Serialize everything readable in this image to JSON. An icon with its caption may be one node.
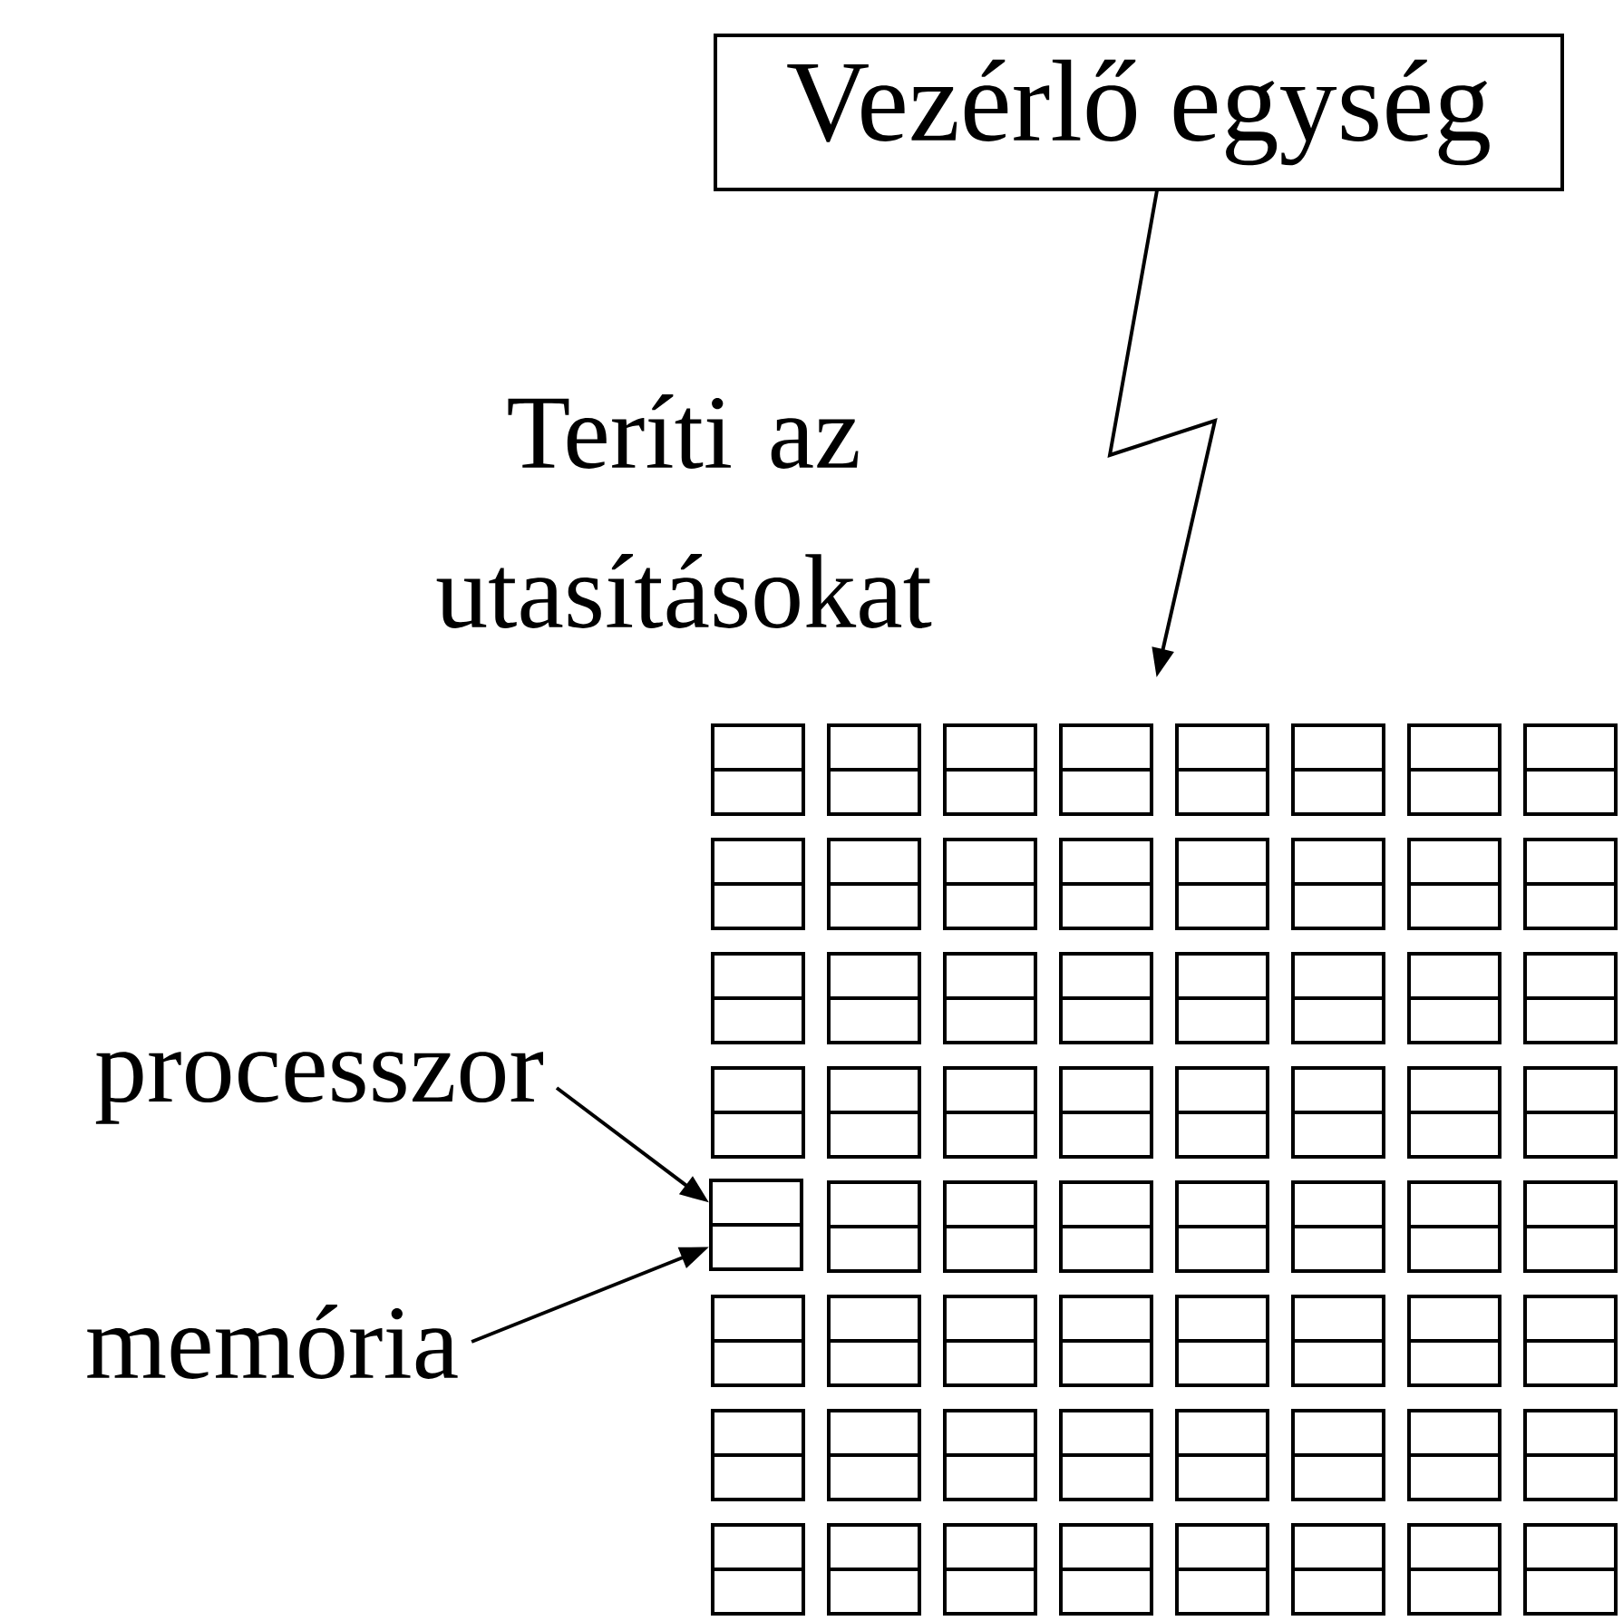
{
  "diagram": {
    "nodes": [
      {
        "text": [
          "Vezérlő egység"
        ]
      },
      {
        "text": [],
        "shape": "picture"
      },
      {
        "text": [
          "processzor"
        ]
      },
      {
        "text": [],
        "shape": "box",
        "in": 1
      },
      {
        "text": [
          "memória"
        ]
      },
      {
        "text": [],
        "shape": "box",
        "in": 1
      }
    ],
    "edges": [
      {
        "from": 0,
        "to": 1,
        "arrow": "to",
        "label": "Teríti az utasításokat"
      },
      {
        "from": 2,
        "to": 3,
        "arrow": "to"
      },
      {
        "from": 4,
        "to": 5,
        "arrow": "to"
      }
    ]
  }
}
